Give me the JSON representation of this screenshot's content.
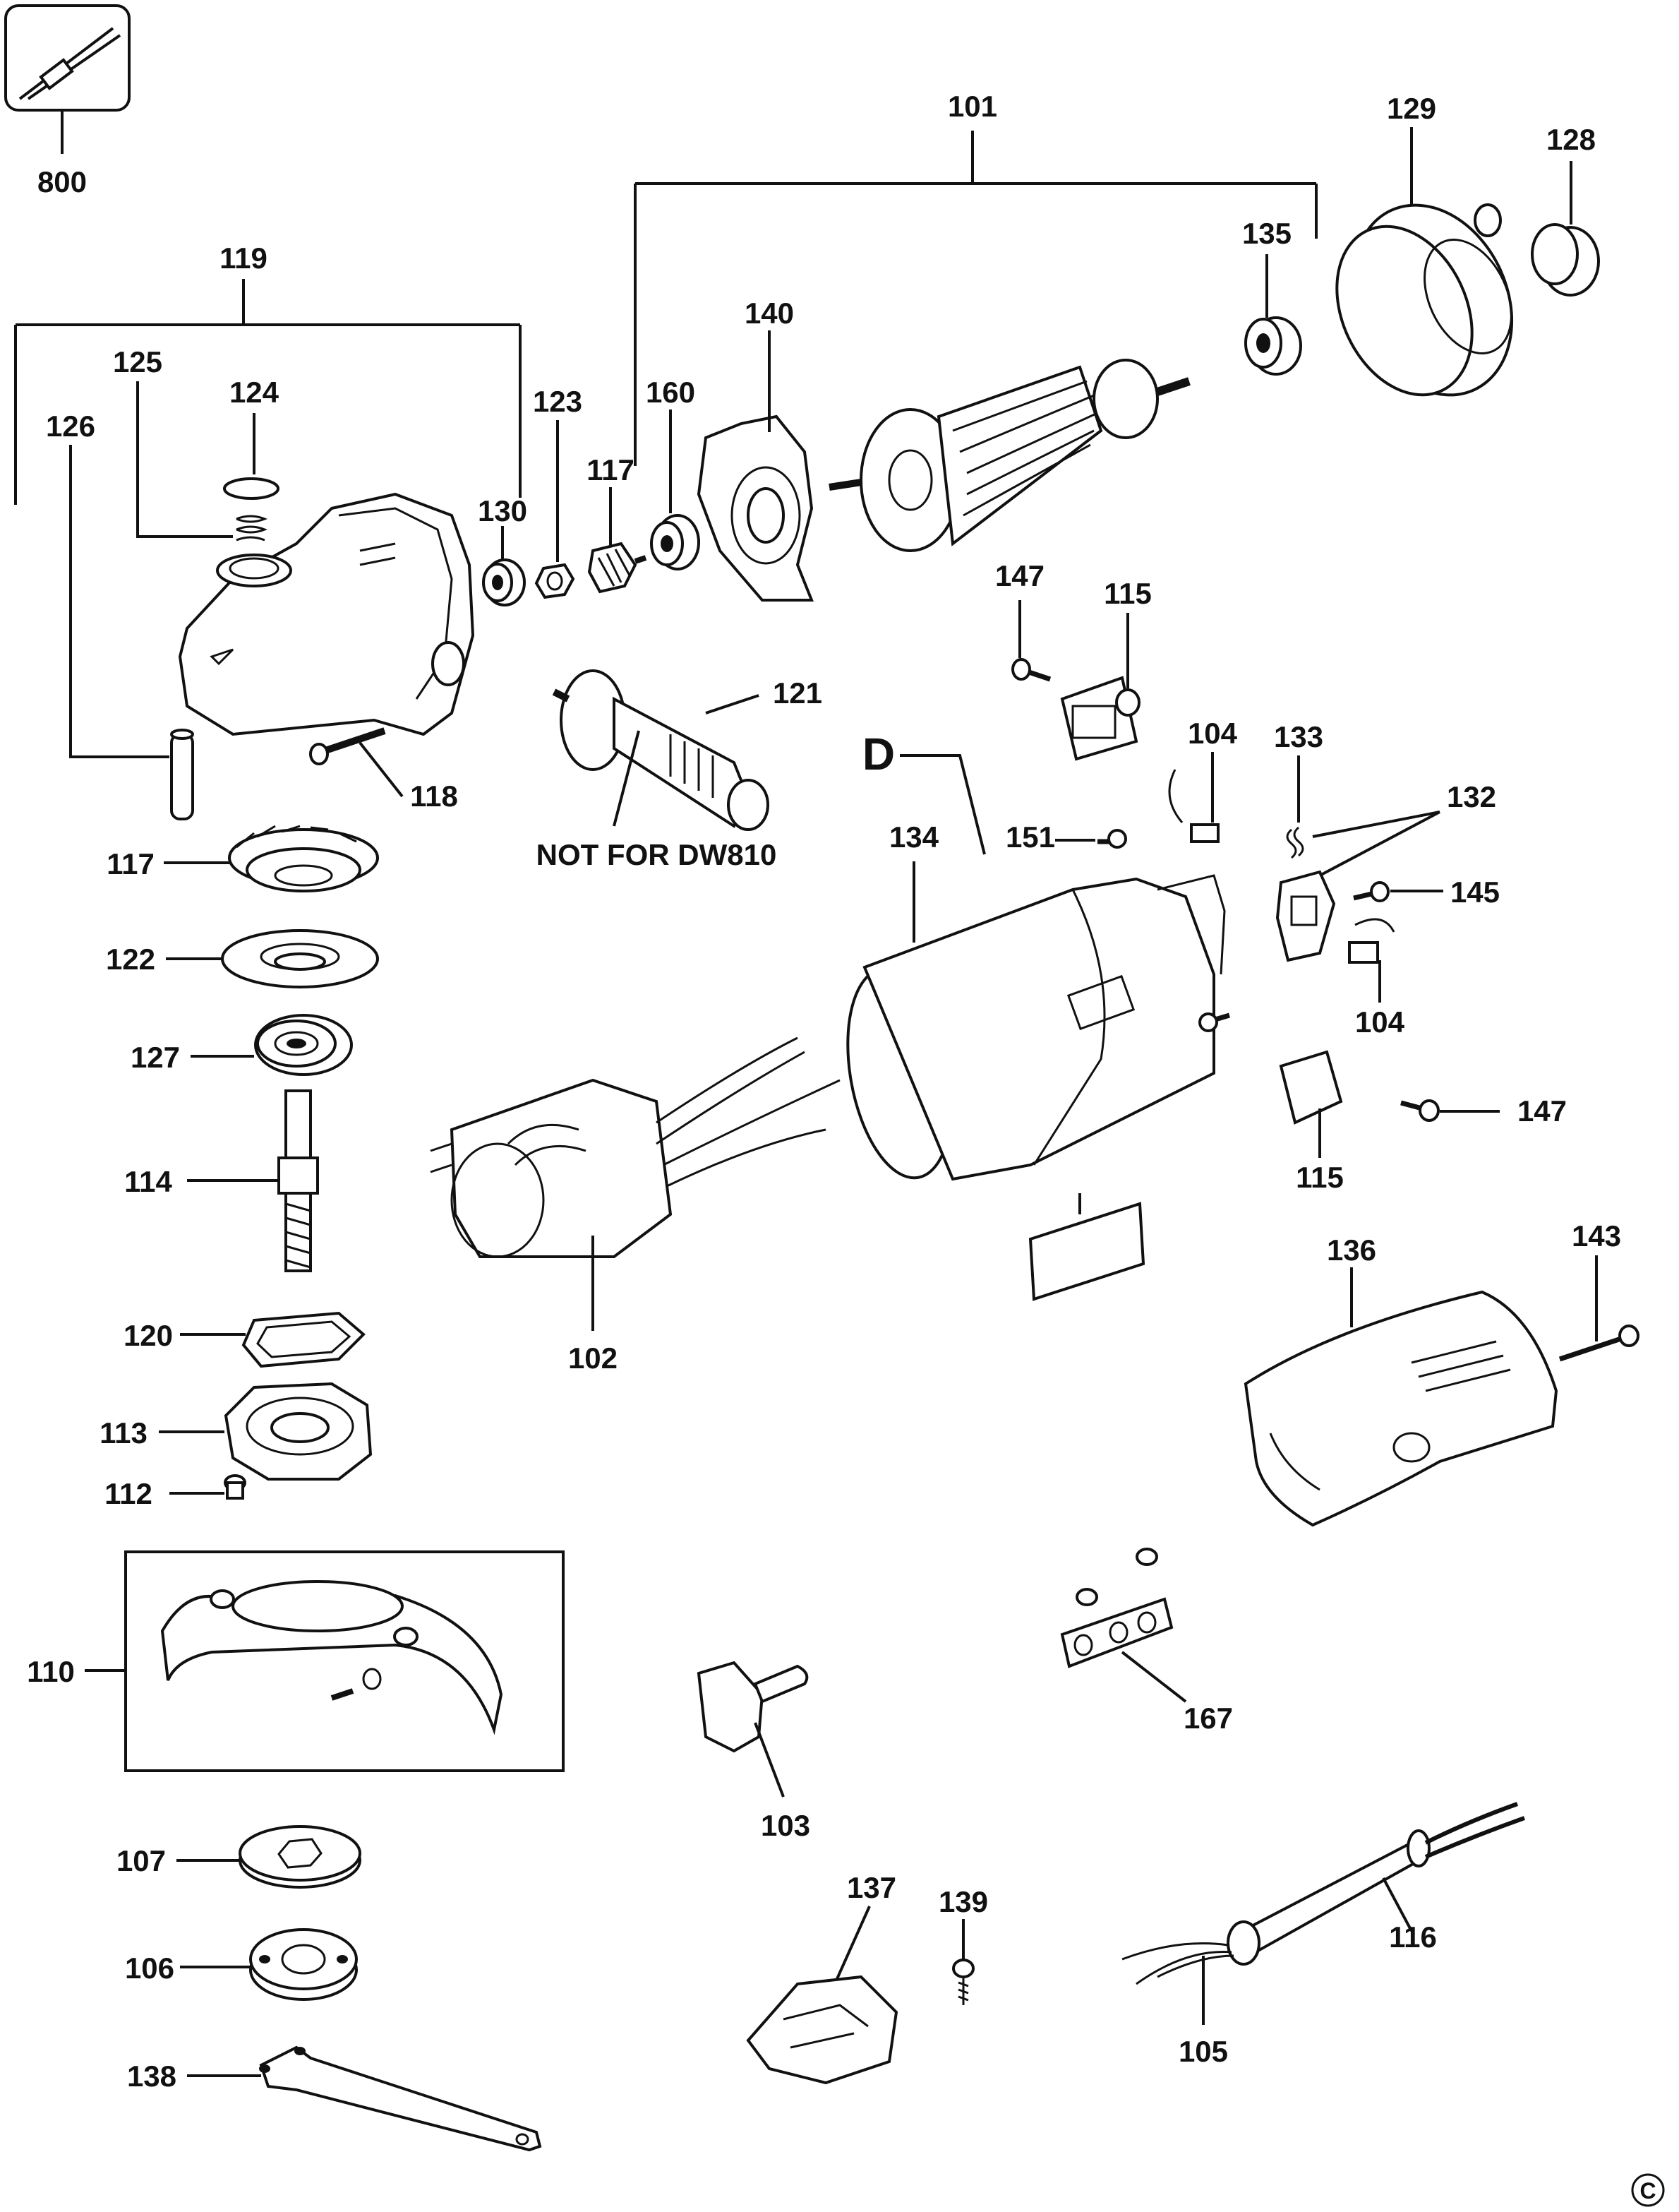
{
  "labels": {
    "l800": "800",
    "l101": "101",
    "l129": "129",
    "l128": "128",
    "l119": "119",
    "l135": "135",
    "l140": "140",
    "l125": "125",
    "l124": "124",
    "l123": "123",
    "l160": "160",
    "l126": "126",
    "l117a": "117",
    "l130": "130",
    "l147a": "147",
    "l115a": "115",
    "l121": "121",
    "l118": "118",
    "l104a": "104",
    "l133": "133",
    "l132": "132",
    "l117b": "117",
    "l134": "134",
    "l151": "151",
    "l145": "145",
    "l122": "122",
    "l104b": "104",
    "l127": "127",
    "l147b": "147",
    "l114": "114",
    "l115b": "115",
    "l136": "136",
    "l143": "143",
    "l120": "120",
    "l102": "102",
    "l113": "113",
    "l112": "112",
    "l110": "110",
    "l167": "167",
    "l103": "103",
    "l107": "107",
    "l137": "137",
    "l139": "139",
    "l116": "116",
    "l106": "106",
    "l105": "105",
    "l138": "138"
  },
  "note": "NOT FOR DW810",
  "section_letter": "D",
  "copyright": "C"
}
